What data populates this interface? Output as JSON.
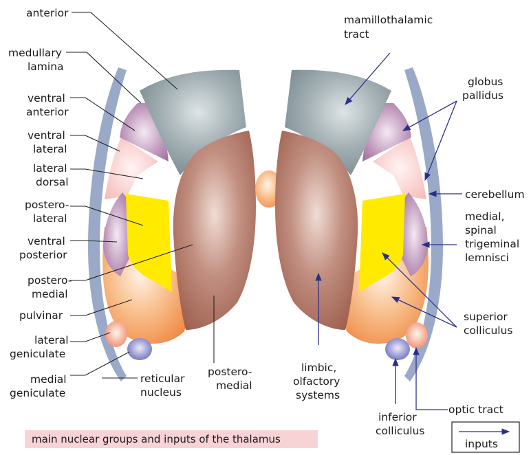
{
  "left_labels": {
    "anterior": "anterior",
    "medullary_lamina": [
      "medullary",
      "lamina"
    ],
    "ventral_anterior": [
      "ventral",
      "anterior"
    ],
    "ventral_lateral": [
      "ventral",
      "lateral"
    ],
    "lateral_dorsal": [
      "lateral",
      "dorsal"
    ],
    "postero_lateral": [
      "postero-",
      "lateral"
    ],
    "ventral_posterior": [
      "ventral",
      "posterior"
    ],
    "postero_medial": [
      "postero-",
      "medial"
    ],
    "pulvinar": "pulvinar",
    "lateral_geniculate": [
      "lateral",
      "geniculate"
    ],
    "medial_geniculate": [
      "medial",
      "geniculate"
    ]
  },
  "bottom_labels": {
    "reticular_nucleus": [
      "reticular",
      "nucleus"
    ],
    "postero_medial": [
      "postero-",
      "medial"
    ],
    "limbic": [
      "limbic,",
      "olfactory",
      "systems"
    ],
    "inferior_colliculus": [
      "inferior",
      "colliculus"
    ]
  },
  "right_labels": {
    "mamillothalamic_tract": [
      "mamillothalamic",
      "tract"
    ],
    "globus_pallidus": [
      "globus",
      "pallidus"
    ],
    "cerebellum": "cerebellum",
    "lemnisci": [
      "medial,",
      "spinal",
      "trigeminal",
      "lemnisci"
    ],
    "superior_colliculus": [
      "superior",
      "colliculus"
    ],
    "optic_tract": "optic tract"
  },
  "legend": {
    "label": "inputs"
  },
  "caption": "main nuclear groups and inputs of the thalamus",
  "colors": {
    "anterior_gray": "#7f9197",
    "posteromedial_brown": "#a9695a",
    "pulvinar_orange": "#f4a266",
    "lateral_yellow": "#ffea00",
    "ventral_purple": "#b689b3",
    "lamina_blue": "#9aa9c7",
    "arrow_navy": "#2b2f8c"
  }
}
